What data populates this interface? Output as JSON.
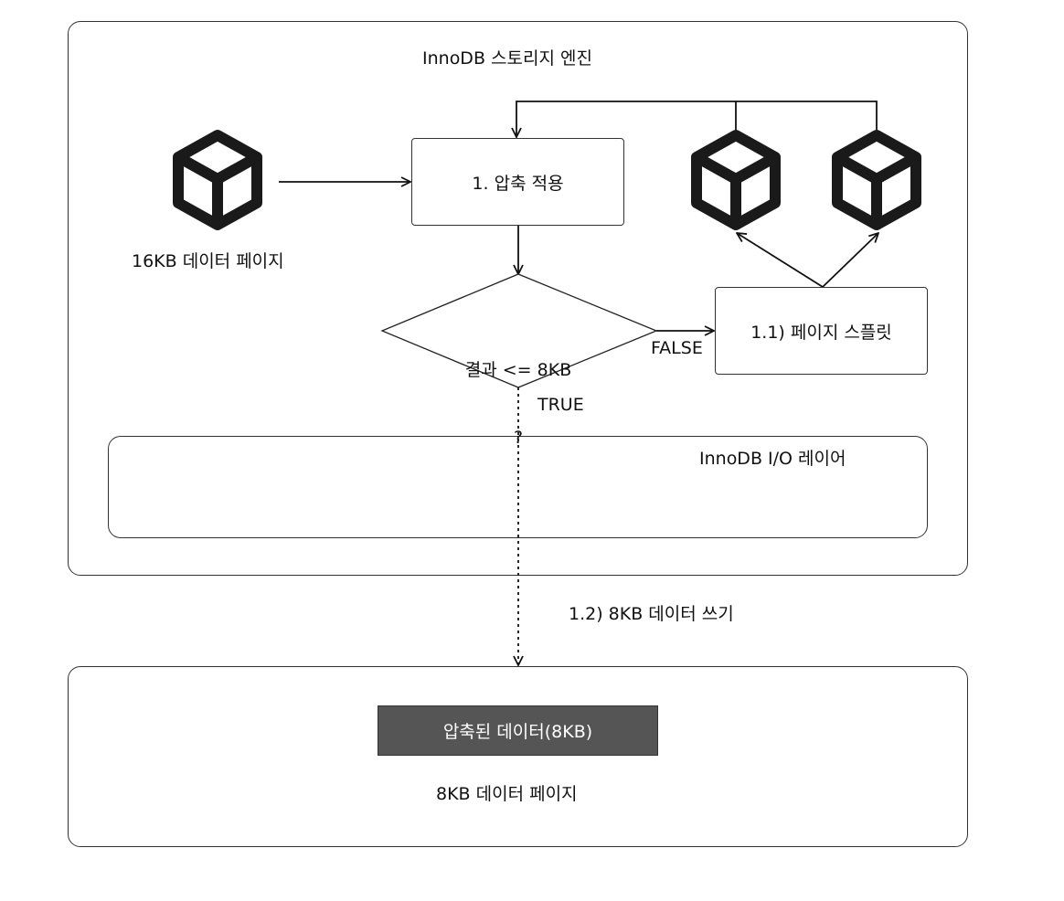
{
  "engine": {
    "title": "InnoDB 스토리지 엔진",
    "source_page_label": "16KB 데이터 페이지",
    "compress_step": "1. 압축 적용",
    "condition": {
      "line1": "결과 <= 8KB",
      "line2": "?"
    },
    "false_label": "FALSE",
    "true_label": "TRUE",
    "split_step": "1.1) 페이지 스플릿",
    "io_layer": "InnoDB I/O 레이어"
  },
  "write_step": "1.2) 8KB 데이터 쓰기",
  "disk": {
    "compressed_data": "압축된 데이터(8KB)",
    "page_label": "8KB 데이터 페이지"
  },
  "icons": [
    "cube-icon",
    "cube-icon",
    "cube-icon"
  ]
}
